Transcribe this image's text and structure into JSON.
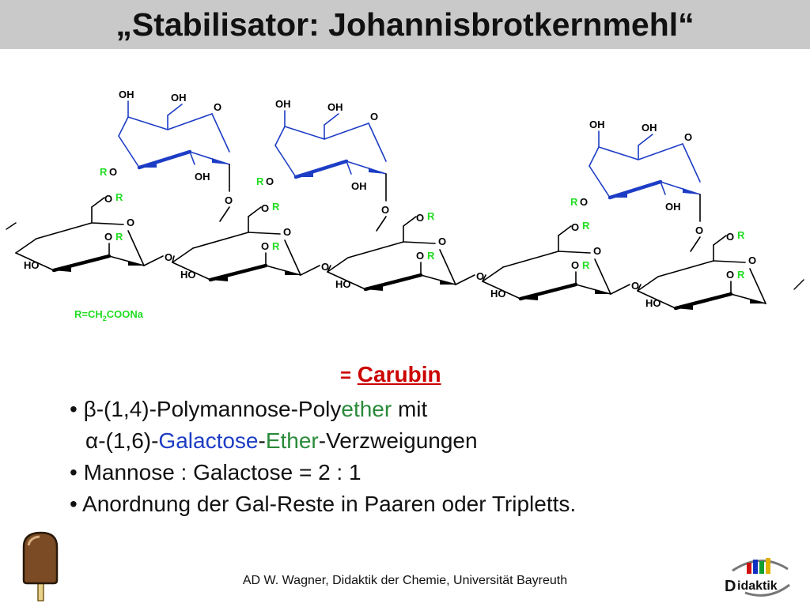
{
  "title": "„Stabilisator: Johannisbrotkernmehl“",
  "structure": {
    "atoms": {
      "oh": "OH",
      "o": "O",
      "r": "R",
      "ro": "RO",
      "ho": "HO"
    },
    "legend": {
      "prefix": "R=CH",
      "subscript": "2",
      "suffix": "COONa"
    }
  },
  "carubin": {
    "eq": "=",
    "word": "Carubin"
  },
  "bullets": {
    "b1_bullet": "•",
    "b1_beta": "β",
    "b1_text1": "-(1,4)-Polymannose-Poly",
    "b1_ether": "ether",
    "b1_text2": " mit",
    "b1b_alpha": "α",
    "b1b_text1": "-(1,6)-",
    "b1b_galactose": "Galactose",
    "b1b_dash": "-",
    "b1b_ether": "Ether",
    "b1b_text2": "-Verzweigungen",
    "b2": "• Mannose : Galactose = 2 : 1",
    "b3": "• Anordnung der Gal-Reste in Paaren oder Tripletts."
  },
  "footer": "AD W. Wagner, Didaktik der Chemie, Universität Bayreuth",
  "logo": {
    "d1": "D",
    "word": "idaktik"
  },
  "colors": {
    "title_bg": "#c9c9c9",
    "carubin": "#cc0000",
    "galactose_ring": "#1d3dc5",
    "r_group": "#22dd22",
    "ether_green": "#2a8a3a"
  }
}
